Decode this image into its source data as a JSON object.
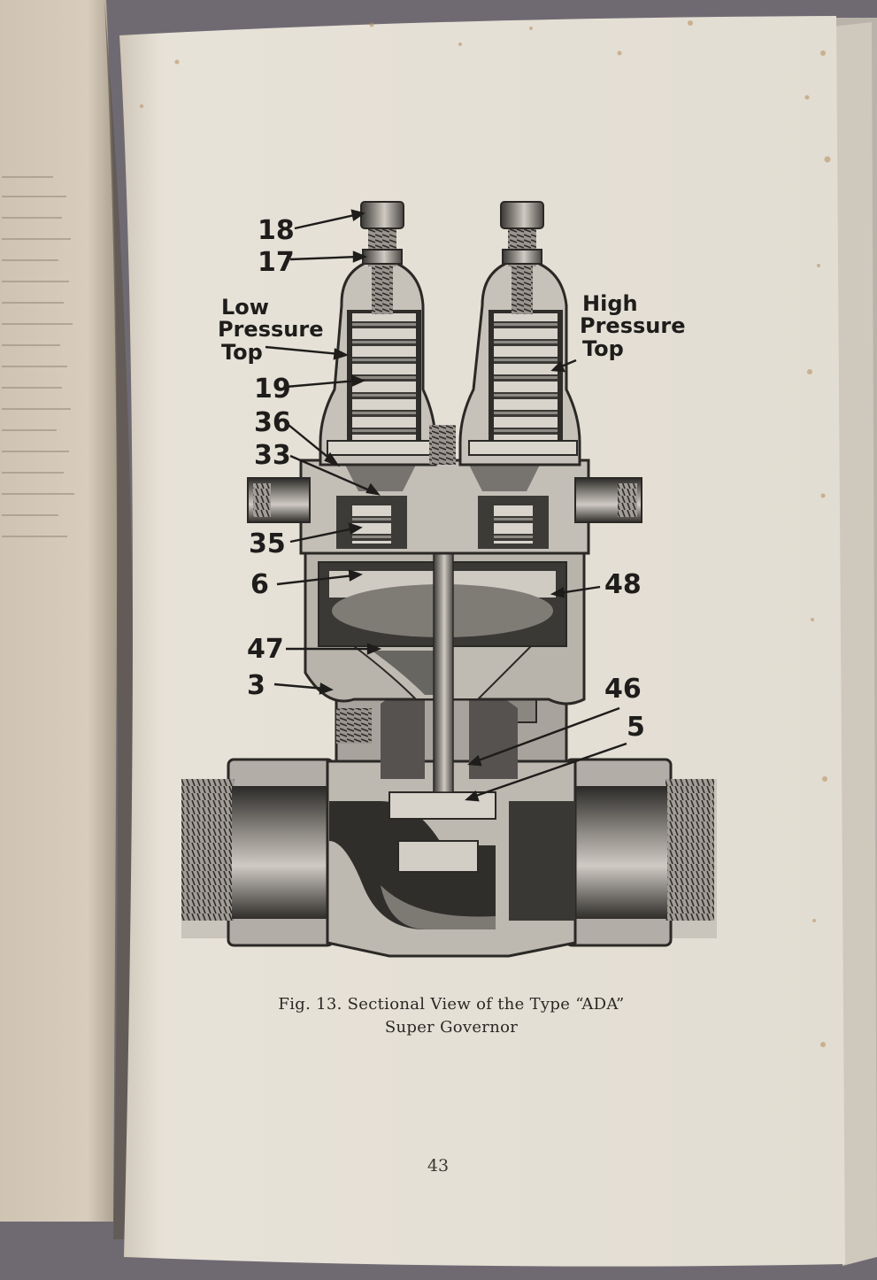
{
  "figure": {
    "callouts": {
      "n18": "18",
      "n17": "17",
      "n19": "19",
      "n36": "36",
      "n33": "33",
      "n35": "35",
      "n6": "6",
      "n48": "48",
      "n47": "47",
      "n3": "3",
      "n46": "46",
      "n5": "5"
    },
    "low_pressure_top": [
      "Low",
      "Pressure",
      "Top"
    ],
    "high_pressure_top": [
      "High",
      "Pressure",
      "Top"
    ]
  },
  "caption": {
    "line1": "Fig. 13. Sectional View of the Type “ADA”",
    "line2": "Super Governor"
  },
  "page_number": "43"
}
